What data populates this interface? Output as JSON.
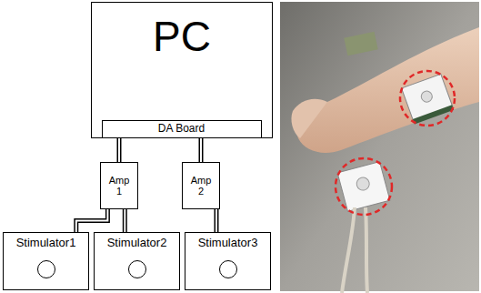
{
  "diagram": {
    "nodes": [
      {
        "text": [
          "PC"
        ]
      },
      {
        "text": [
          "DA Board"
        ],
        "in": 0
      },
      {
        "text": [
          "Amp 1"
        ]
      },
      {
        "text": [
          "Amp 2"
        ]
      },
      {
        "text": [
          "Stimulator1"
        ]
      },
      {
        "text": [
          "Stimulator2"
        ]
      },
      {
        "text": [
          "Stimulator3"
        ]
      }
    ],
    "edges": [
      {
        "from": 1,
        "to": 2,
        "arrow": "none"
      },
      {
        "from": 1,
        "to": 3,
        "arrow": "none"
      },
      {
        "from": 2,
        "to": 4,
        "arrow": "none"
      },
      {
        "from": 2,
        "to": 5,
        "arrow": "none"
      },
      {
        "from": 3,
        "to": 6,
        "arrow": "none"
      }
    ]
  }
}
